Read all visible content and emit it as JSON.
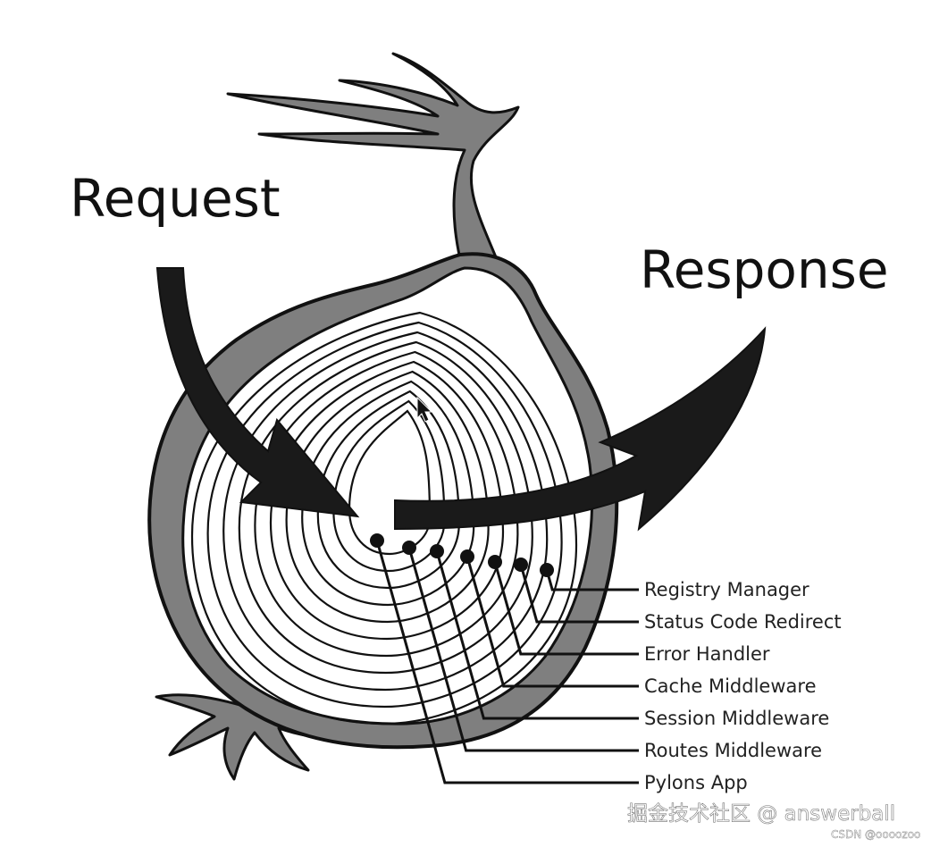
{
  "request_label": "Request",
  "response_label": "Response",
  "layers": [
    "Registry Manager",
    "Status Code Redirect",
    "Error Handler",
    "Cache Middleware",
    "Session Middleware",
    "Routes Middleware",
    "Pylons App"
  ],
  "watermark": {
    "main": "掘金技术社区 @ answerball",
    "sub": "CSDN @oooozoo"
  },
  "colors": {
    "outline": "#111111",
    "skin": "#7f7f7f",
    "flesh": "#ffffff",
    "arrow": "#1a1a1a"
  },
  "icons": [
    "onion-illustration",
    "request-arrow",
    "response-arrow",
    "cursor-icon"
  ]
}
